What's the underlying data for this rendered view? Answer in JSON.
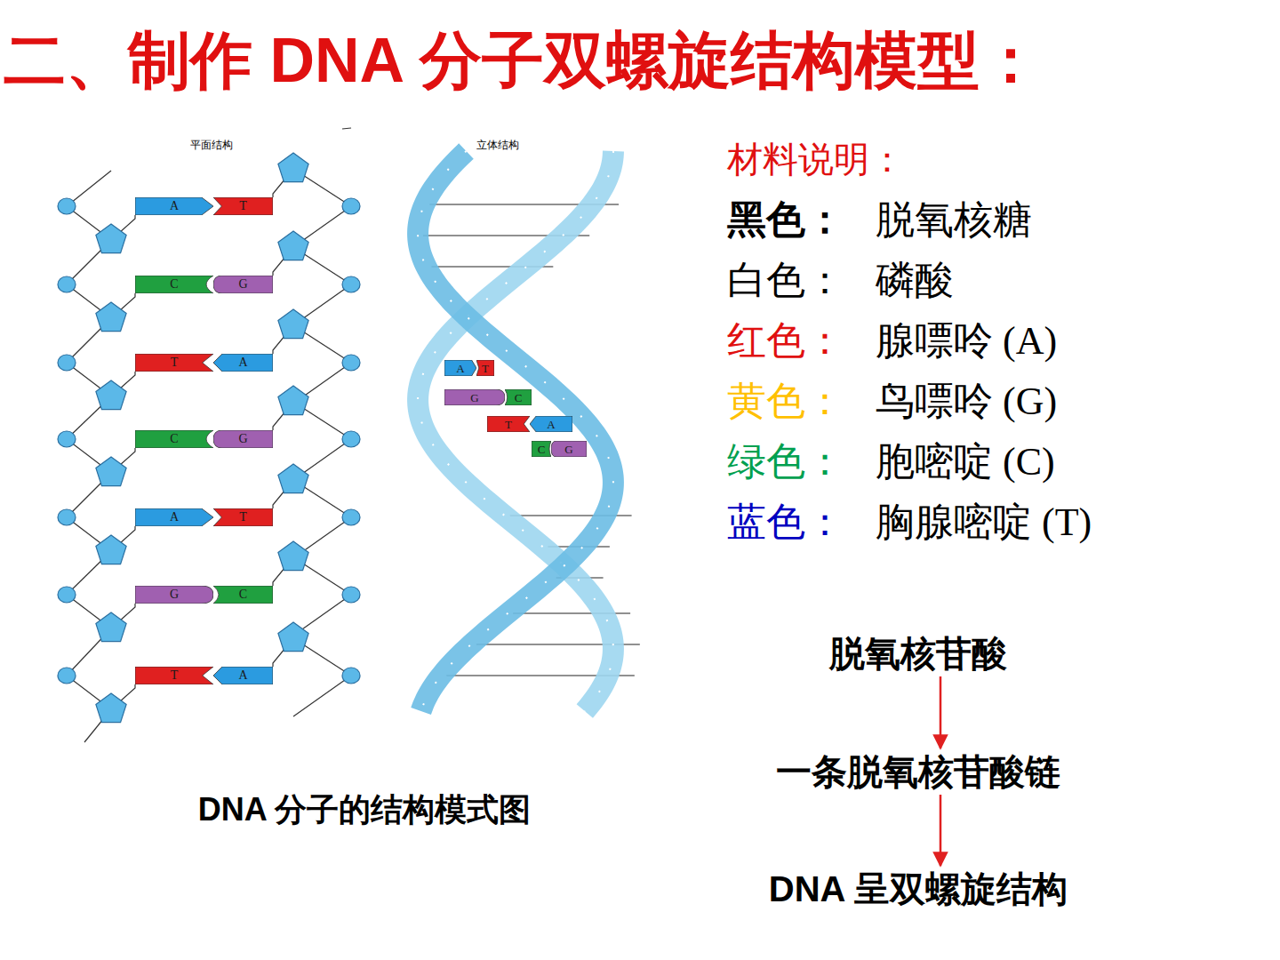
{
  "diagram": {
    "title": "二、制作 DNA 分子双螺旋结构模型：",
    "caption": "DNA 分子的结构模式图",
    "nodes": [
      {
        "text": [
          "A"
        ]
      },
      {
        "text": [
          "T"
        ]
      },
      {
        "text": [
          "C"
        ]
      },
      {
        "text": [
          "G"
        ]
      },
      {
        "text": [
          "T"
        ]
      },
      {
        "text": [
          "A"
        ]
      },
      {
        "text": [
          "C"
        ]
      },
      {
        "text": [
          "G"
        ]
      },
      {
        "text": [
          "A"
        ]
      },
      {
        "text": [
          "T"
        ]
      },
      {
        "text": [
          "G"
        ]
      },
      {
        "text": [
          "C"
        ]
      },
      {
        "text": [
          "T"
        ]
      },
      {
        "text": [
          "A"
        ]
      },
      {
        "text": [
          "A"
        ]
      },
      {
        "text": [
          "T"
        ]
      },
      {
        "text": [
          "G"
        ]
      },
      {
        "text": [
          "C"
        ]
      },
      {
        "text": [
          "T"
        ]
      },
      {
        "text": [
          "A"
        ]
      },
      {
        "text": [
          "C"
        ]
      },
      {
        "text": [
          "G"
        ]
      },
      {
        "text": [
          "脱氧核苷酸"
        ]
      },
      {
        "text": [
          "一条脱氧核苷酸链"
        ]
      },
      {
        "text": [
          "DNA 呈双螺旋结构"
        ]
      }
    ],
    "edges": [
      {
        "from": 22,
        "to": 23,
        "arrow": "to"
      },
      {
        "from": 23,
        "to": 24,
        "arrow": "to"
      }
    ],
    "labels": [
      "平面结构",
      "立体结构",
      "材料说明：",
      "黑色：",
      "脱氧核糖",
      "白色：",
      "磷酸",
      "红色：",
      "腺嘌呤 (A)",
      "黄色：",
      "鸟嘌呤 (G)",
      "绿色：",
      "胞嘧啶 (C)",
      "蓝色：",
      "胸腺嘧啶 (T)"
    ]
  }
}
